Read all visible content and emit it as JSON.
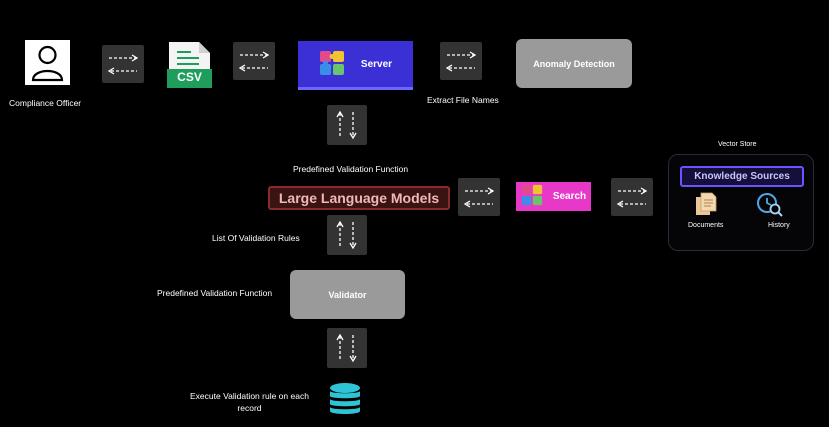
{
  "nodes": {
    "compliance_officer": "Compliance Officer",
    "csv": "CSV",
    "server": "Server",
    "anomaly": "Anomaly Detection",
    "llm": "Large Language Models",
    "search": "Search",
    "validator": "Validator",
    "vector_store": "Vector Store",
    "knowledge_sources": "Knowledge Sources",
    "documents": "Documents",
    "history": "History"
  },
  "labels": {
    "extract_file_names": "Extract File Names",
    "predefined_validation_top": "Predefined Validation Function",
    "list_of_rules": "List Of Validation Rules",
    "predefined_validation_left": "Predefined Validation Function",
    "execute_line1": "Execute Validation rule on each",
    "execute_line2": "record"
  },
  "icons": {
    "user": "user-icon",
    "csv": "csv-file-icon",
    "puzzle": "puzzle-icon",
    "database": "database-icon",
    "documents": "documents-icon",
    "history": "history-search-icon"
  },
  "colors": {
    "background": "#000000",
    "server": "#3b2fd6",
    "search": "#e838c8",
    "llm_border": "#8a2a2a",
    "knowledge_border": "#6a54ff",
    "database": "#2ec4d6",
    "csv_green": "#1e9e5a"
  }
}
